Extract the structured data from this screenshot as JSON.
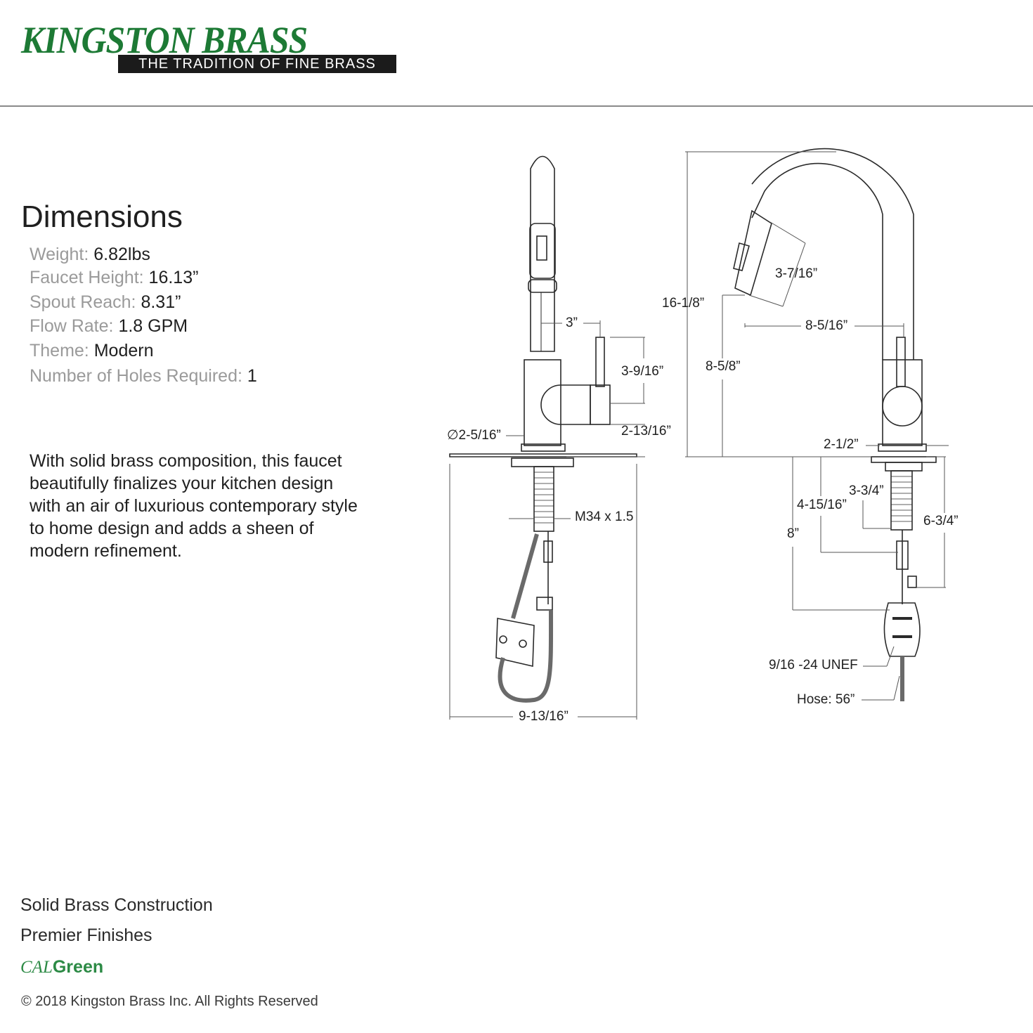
{
  "brand": {
    "name": "KINGSTON BRASS",
    "tagline": "THE TRADITION OF FINE BRASS",
    "color": "#1d7a35"
  },
  "specs": {
    "heading": "Dimensions",
    "items": [
      {
        "label": "Weight:",
        "value": "6.82lbs"
      },
      {
        "label": "Faucet Height:",
        "value": "16.13”"
      },
      {
        "label": "Spout Reach:",
        "value": "8.31”"
      },
      {
        "label": "Flow Rate:",
        "value": "1.8 GPM"
      },
      {
        "label": "Theme:",
        "value": "Modern"
      },
      {
        "label": "Number of Holes Required:",
        "value": "1"
      }
    ]
  },
  "description": "With solid brass composition, this faucet beautifully finalizes your kitchen design with an air of luxurious contemporary style to home design and adds a sheen of modern refinement.",
  "features": [
    "Solid Brass Construction",
    "Premier Finishes"
  ],
  "certification": {
    "prefix": "CAL",
    "suffix": "Green"
  },
  "copyright": "© 2018 Kingston Brass Inc. All Rights Reserved",
  "diagram": {
    "front": {
      "spray_head_to_handle": "3”",
      "handle_height": "3-9/16”",
      "body_diameter": "∅2-5/16”",
      "handle_base_height": "2-13/16”",
      "thread": "M34 x 1.5",
      "deck_plate_width": "9-13/16”"
    },
    "side": {
      "total_height": "16-1/8”",
      "spray_head_length": "3-7/16”",
      "spout_reach": "8-5/16”",
      "spout_clearance": "8-5/8”",
      "base_height": "2-1/2”",
      "shank_length": "3-3/4”",
      "supply_length_a": "4-15/16”",
      "supply_length_b": "6-3/4”",
      "below_deck": "8”",
      "connection": "9/16 -24 UNEF",
      "hose": "Hose: 56”"
    }
  }
}
